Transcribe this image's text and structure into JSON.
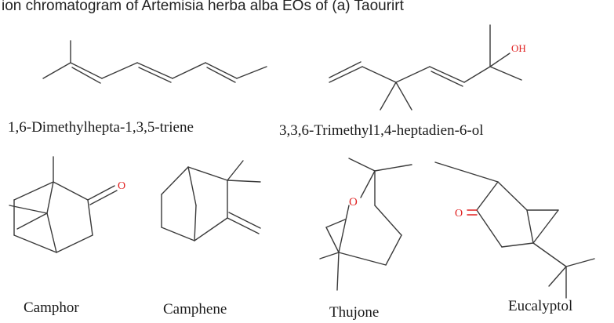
{
  "header": {
    "text": "ion chromatogram of Artemisia herba alba EOs of (a) Taourirt"
  },
  "colors": {
    "bond": "#3a3a3a",
    "heteroatom": "#e02020",
    "text": "#1a1a1a"
  },
  "molecules": [
    {
      "name": "1,6-Dimethylhepta-1,3,5-triene"
    },
    {
      "name": "3,3,6-Trimethyl1,4-heptadien-6-ol",
      "atoms": [
        "OH"
      ]
    },
    {
      "name": "Camphor",
      "atoms": [
        "O"
      ]
    },
    {
      "name": "Camphene"
    },
    {
      "name": "Thujone",
      "atoms": [
        "O"
      ]
    },
    {
      "name": "Eucalyptol",
      "atoms": [
        "O"
      ]
    }
  ]
}
